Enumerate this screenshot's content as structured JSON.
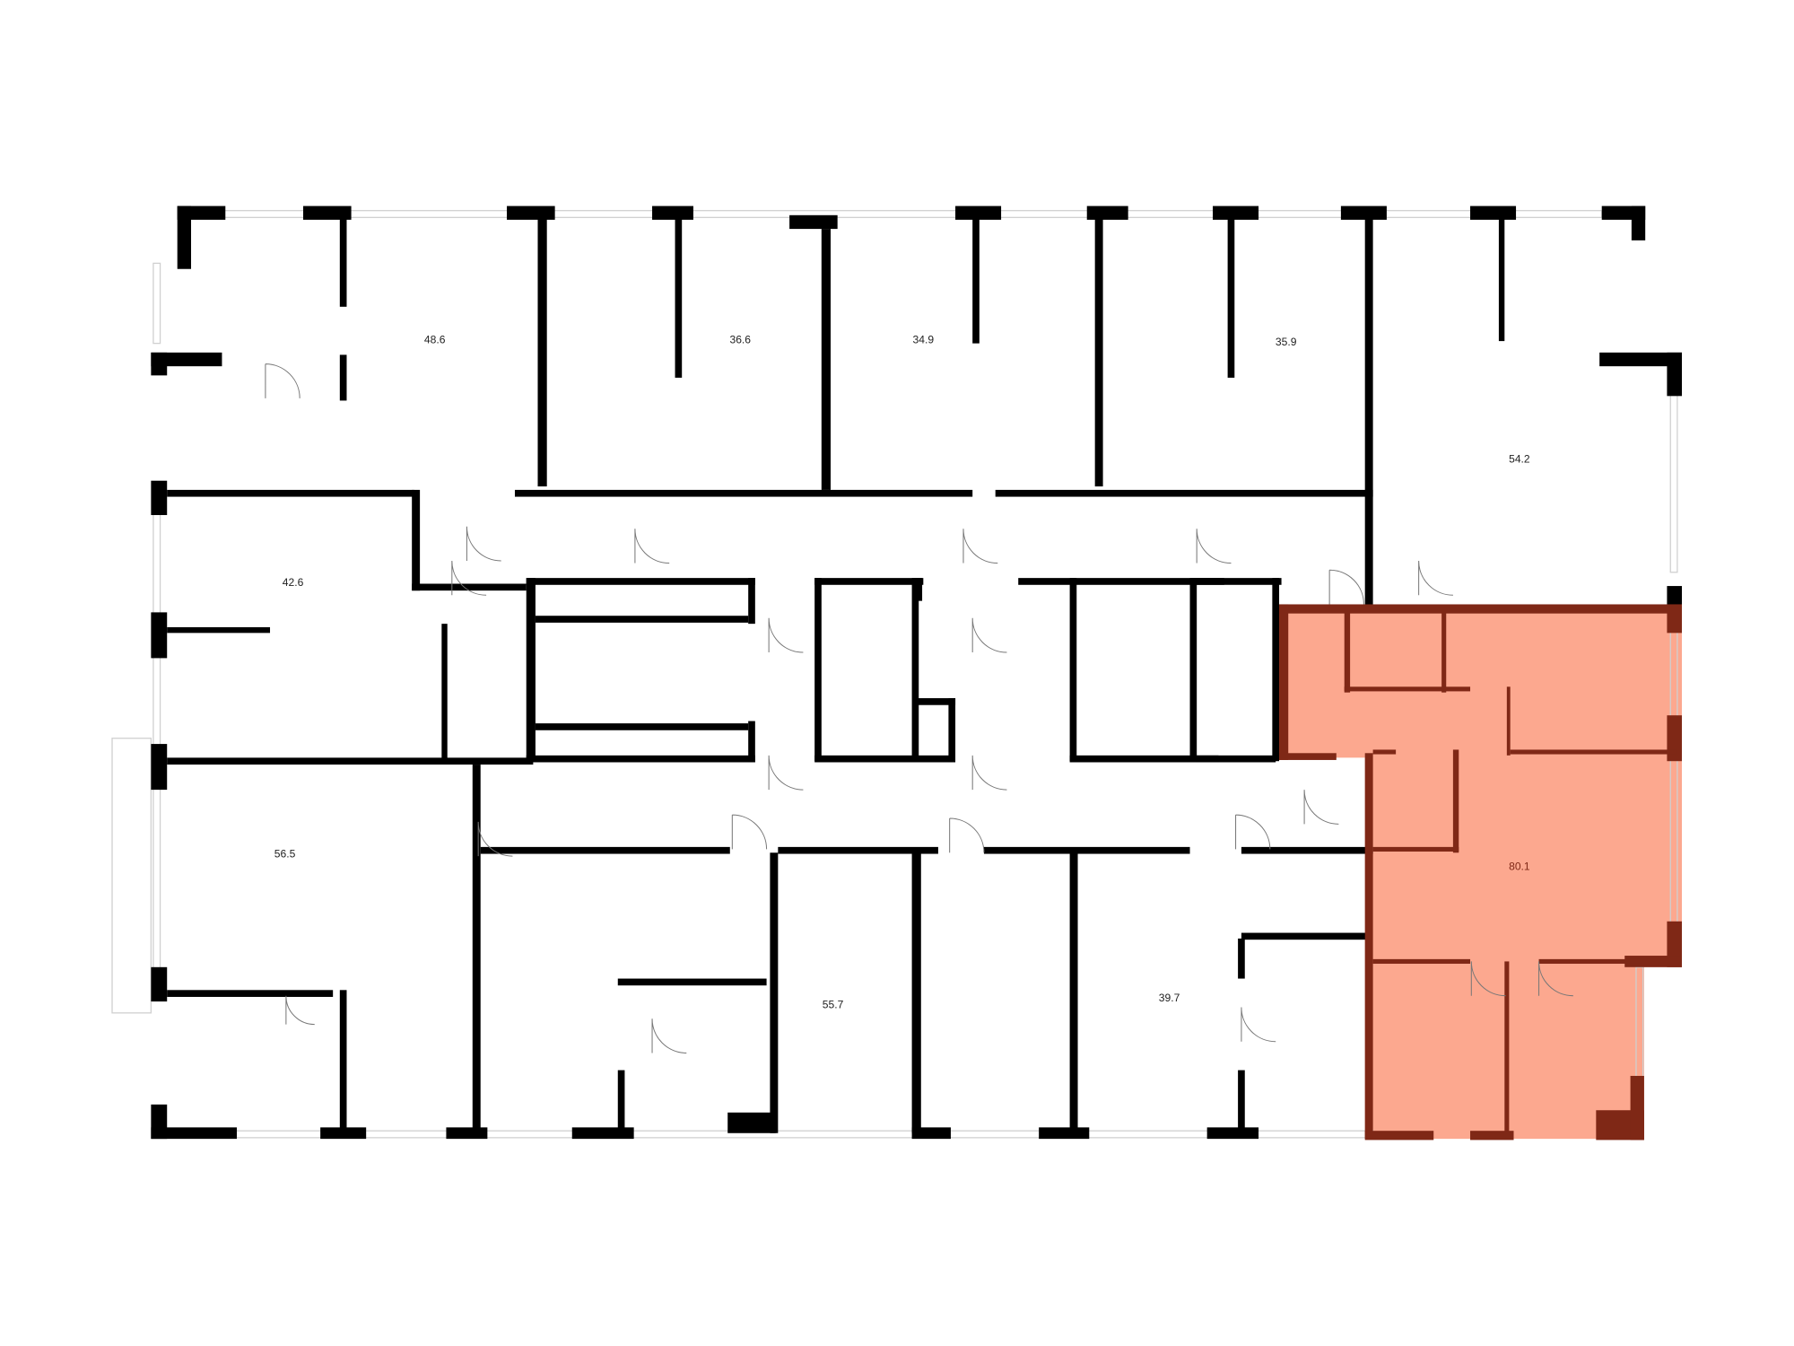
{
  "plan": {
    "colors": {
      "wall": "#000000",
      "window": "#cfcfcf",
      "highlight_fill": "#fca88f",
      "highlight_wall": "#7f2816"
    },
    "apartments": [
      {
        "id": "apt-48-6",
        "area": "48.6"
      },
      {
        "id": "apt-36-6",
        "area": "36.6"
      },
      {
        "id": "apt-34-9",
        "area": "34.9"
      },
      {
        "id": "apt-35-9",
        "area": "35.9"
      },
      {
        "id": "apt-54-2",
        "area": "54.2"
      },
      {
        "id": "apt-42-6",
        "area": "42.6"
      },
      {
        "id": "apt-56-5",
        "area": "56.5"
      },
      {
        "id": "apt-55-7",
        "area": "55.7"
      },
      {
        "id": "apt-39-7",
        "area": "39.7"
      },
      {
        "id": "apt-80-1",
        "area": "80.1",
        "highlighted": true
      }
    ]
  }
}
